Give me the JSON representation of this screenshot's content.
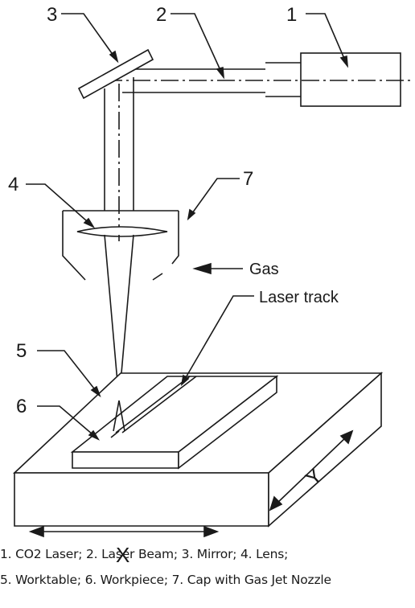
{
  "callouts": {
    "c1": "1",
    "c2": "2",
    "c3": "3",
    "c4": "4",
    "c5": "5",
    "c6": "6",
    "c7": "7"
  },
  "labels": {
    "gas": "Gas",
    "laser_track": "Laser track",
    "axis_x": "X",
    "axis_y": "Y"
  },
  "caption": {
    "line1": "1. CO2 Laser; 2. Laser Beam; 3. Mirror; 4. Lens;",
    "line2": "5. Worktable; 6. Workpiece; 7. Cap with Gas Jet Nozzle"
  }
}
